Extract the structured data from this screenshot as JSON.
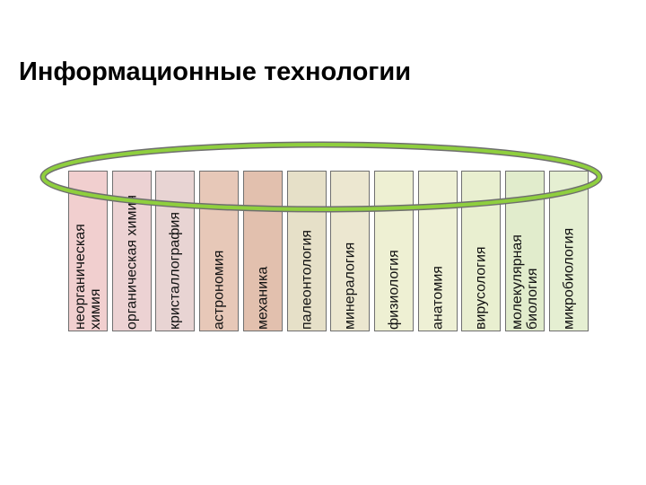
{
  "slide": {
    "title": "Информационные технологии"
  },
  "columns": [
    {
      "label": "неорганическая\nхимия",
      "color": "#f1cfcf"
    },
    {
      "label": "органическая химия",
      "color": "#ecd2d3"
    },
    {
      "label": "кристаллография",
      "color": "#e8d4d3"
    },
    {
      "label": "астрономия",
      "color": "#e7c8b8"
    },
    {
      "label": "механика",
      "color": "#e2c0ae"
    },
    {
      "label": "палеонтология",
      "color": "#e6e0c8"
    },
    {
      "label": "минералогия",
      "color": "#ece7d0"
    },
    {
      "label": "физиология",
      "color": "#eef0d3"
    },
    {
      "label": "анатомия",
      "color": "#eef0d5"
    },
    {
      "label": "вирусология",
      "color": "#e9efd0"
    },
    {
      "label": "молекулярная\nбиология",
      "color": "#e1eccc"
    },
    {
      "label": "микробиология",
      "color": "#e5efd2"
    }
  ],
  "ring": {
    "stroke_color": "#8fcf3e",
    "stroke_outline": "#6f6f6f"
  }
}
